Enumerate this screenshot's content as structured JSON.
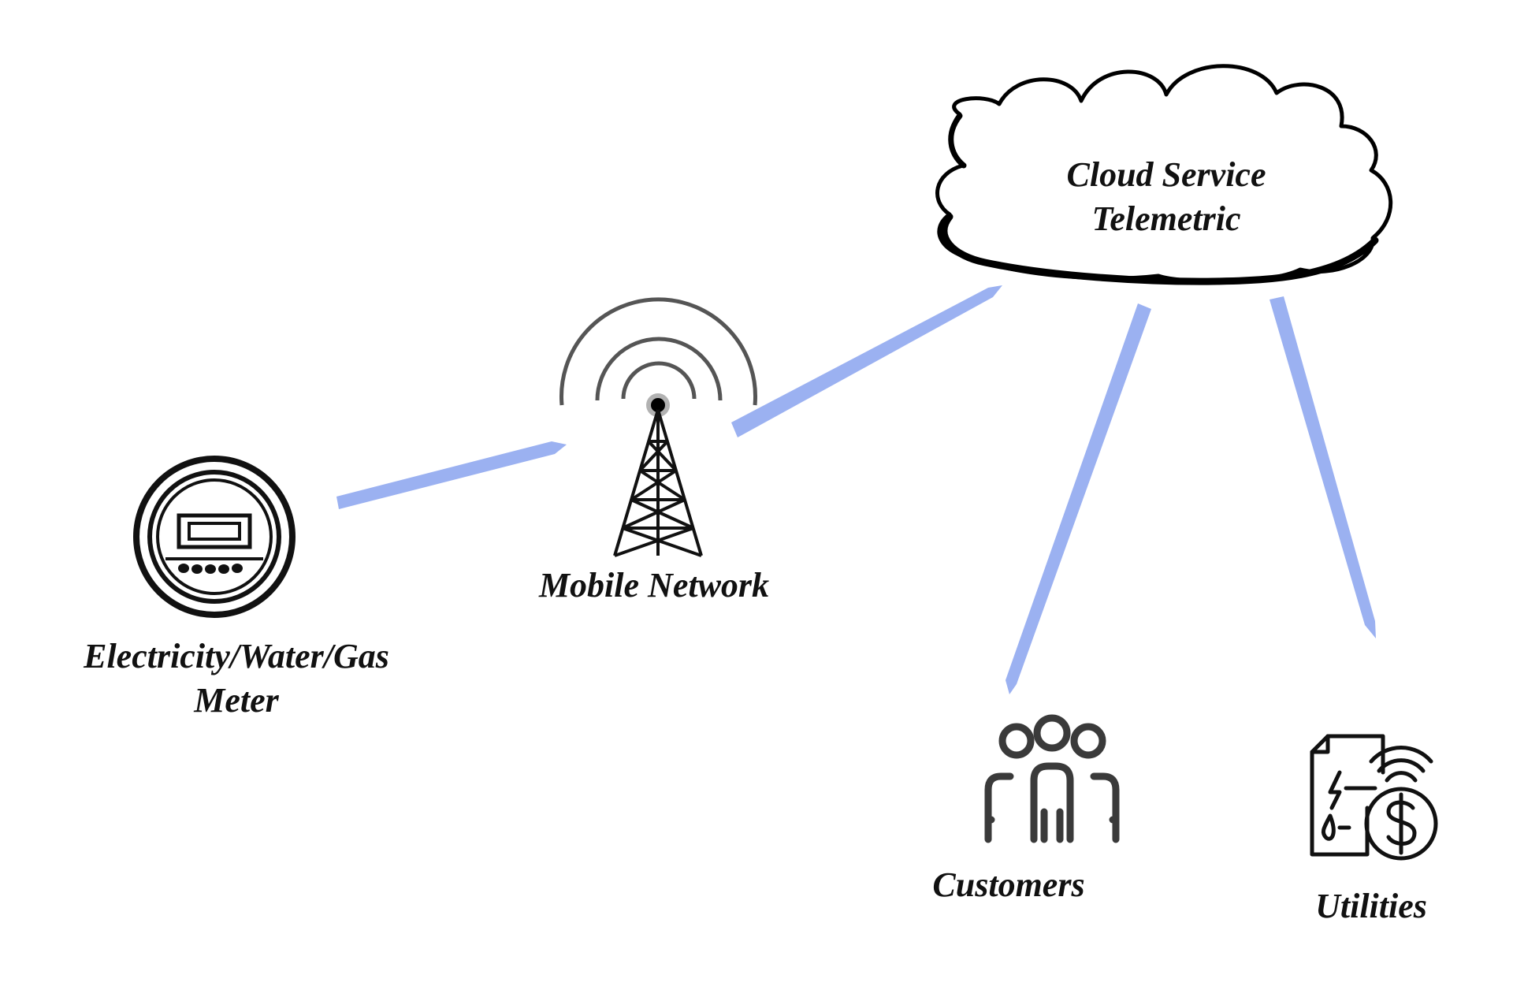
{
  "nodes": {
    "meter": {
      "line1": "Electricity/Water/Gas",
      "line2": "Meter",
      "icon": "meter-icon"
    },
    "mobile": {
      "label": "Mobile Network",
      "icon": "cell-tower-icon"
    },
    "cloud": {
      "line1": "Cloud Service",
      "line2": "Telemetric",
      "icon": "cloud-icon"
    },
    "customers": {
      "label": "Customers",
      "icon": "people-group-icon"
    },
    "utilities": {
      "label": "Utilities",
      "icon": "utility-bill-icon"
    }
  },
  "links": [
    {
      "from": "Electricity/Water/Gas Meter",
      "to": "Mobile Network"
    },
    {
      "from": "Mobile Network",
      "to": "Cloud Service Telemetric"
    },
    {
      "from": "Cloud Service Telemetric",
      "to": "Customers"
    },
    {
      "from": "Cloud Service Telemetric",
      "to": "Utilities"
    }
  ],
  "colors": {
    "link": "#9bb1f1",
    "stroke": "#111111",
    "icon_gray": "#3a3a3a",
    "background": "#ffffff"
  }
}
